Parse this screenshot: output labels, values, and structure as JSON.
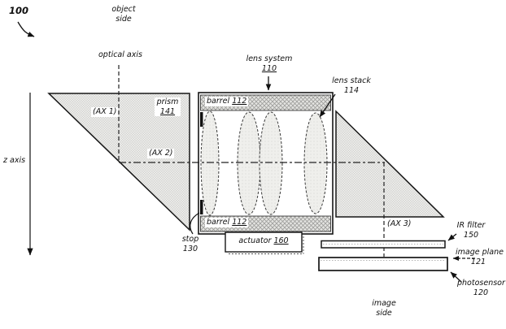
{
  "figure": {
    "fig_ref": "100",
    "object_side": "object side",
    "image_side": "image side"
  },
  "axes": {
    "z_axis": "z axis",
    "optical_axis": "optical axis",
    "ax1": "(AX 1)",
    "ax2": "(AX 2)",
    "ax3": "(AX 3)"
  },
  "components": {
    "prism": {
      "label": "prism",
      "ref": "141"
    },
    "lens_system": {
      "label": "lens system",
      "ref": "110"
    },
    "lens_stack": {
      "label": "lens stack",
      "ref": "114"
    },
    "barrel": {
      "label": "barrel",
      "ref": "112"
    },
    "actuator": {
      "label": "actuator",
      "ref": "160"
    },
    "stop": {
      "label": "stop",
      "ref": "130"
    },
    "ir_filter": {
      "label": "IR filter",
      "ref": "150"
    },
    "image_plane": {
      "label": "image plane",
      "ref": "121"
    },
    "photosensor": {
      "label": "photosensor",
      "ref": "120"
    }
  },
  "colors": {
    "line": "#1a1a1a",
    "hatch_fill": "#d9d9d6",
    "paper": "#ffffff"
  }
}
